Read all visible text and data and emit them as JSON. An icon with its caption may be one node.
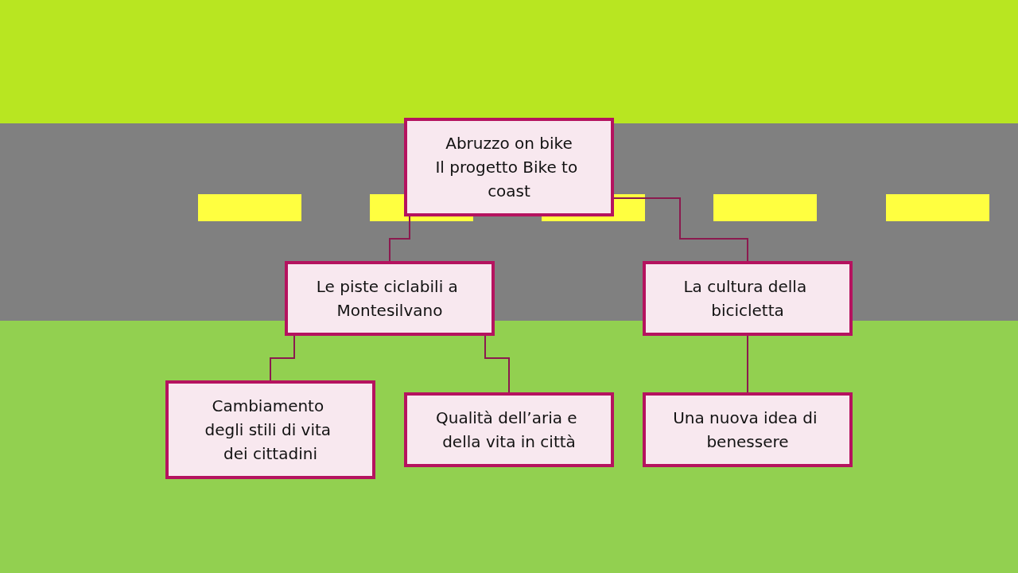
{
  "diagram": {
    "nodes": [
      {
        "text": [
          "Abruzzo on bike",
          "Il progetto Bike to coast"
        ]
      },
      {
        "text": [
          "Le piste ciclabili a Montesilvano"
        ]
      },
      {
        "text": [
          "La cultura della bicicletta"
        ]
      },
      {
        "text": [
          "Cambiamento degli stili di vita dei cittadini"
        ]
      },
      {
        "text": [
          "Qualità dell’aria e della vita in città"
        ]
      },
      {
        "text": [
          "Una nuova idea di benessere"
        ]
      }
    ],
    "edges": [
      {
        "from": 0,
        "to": 1,
        "arrow": "none"
      },
      {
        "from": 0,
        "to": 2,
        "arrow": "none"
      },
      {
        "from": 1,
        "to": 3,
        "arrow": "none"
      },
      {
        "from": 1,
        "to": 4,
        "arrow": "none"
      },
      {
        "from": 2,
        "to": 5,
        "arrow": "none"
      }
    ]
  }
}
